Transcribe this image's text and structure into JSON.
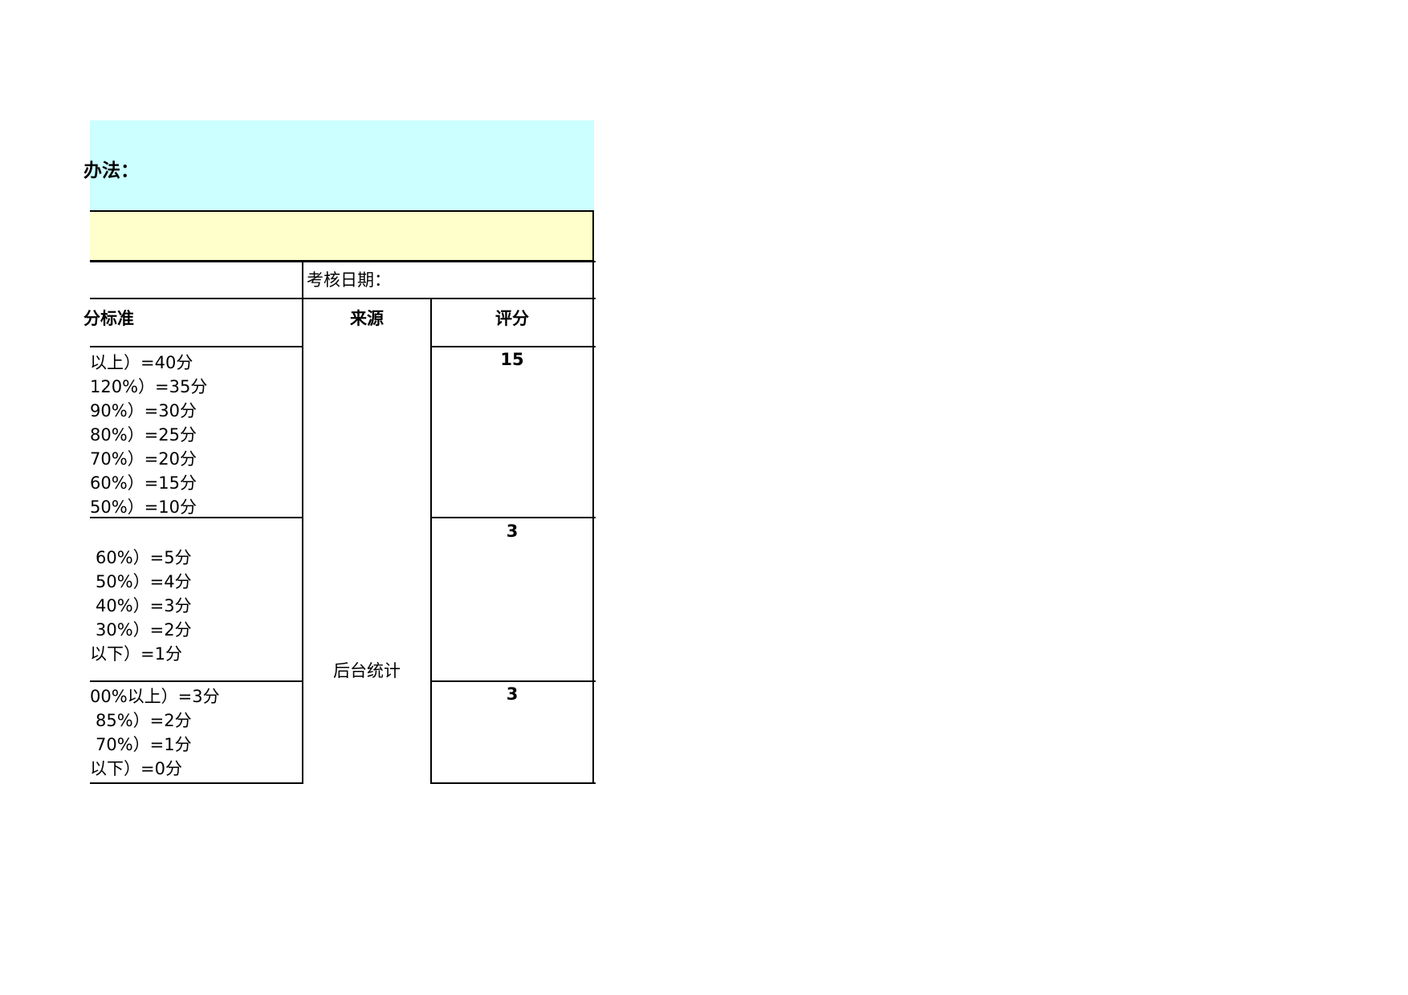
{
  "title": "办法：",
  "date_label": "考核日期：",
  "headers": {
    "criteria": "分标准",
    "source": "来源",
    "score": "评分"
  },
  "source_value": "后台统计",
  "rows": [
    {
      "criteria": [
        "以上）=40分",
        "120%）=35分",
        "90%）=30分",
        "80%）=25分",
        "70%）=20分",
        "60%）=15分",
        "50%）=10分"
      ],
      "score": "15"
    },
    {
      "criteria": [
        "",
        "60%）=5分",
        "50%）=4分",
        "40%）=3分",
        "30%）=2分",
        "以下）=1分"
      ],
      "score": "3"
    },
    {
      "criteria": [
        "00%以上）=3分",
        "85%）=2分",
        "70%）=1分",
        "以下）=0分"
      ],
      "score": "3"
    }
  ],
  "colors": {
    "title_band": "#ccffff",
    "yellow_band": "#ffffcc"
  }
}
